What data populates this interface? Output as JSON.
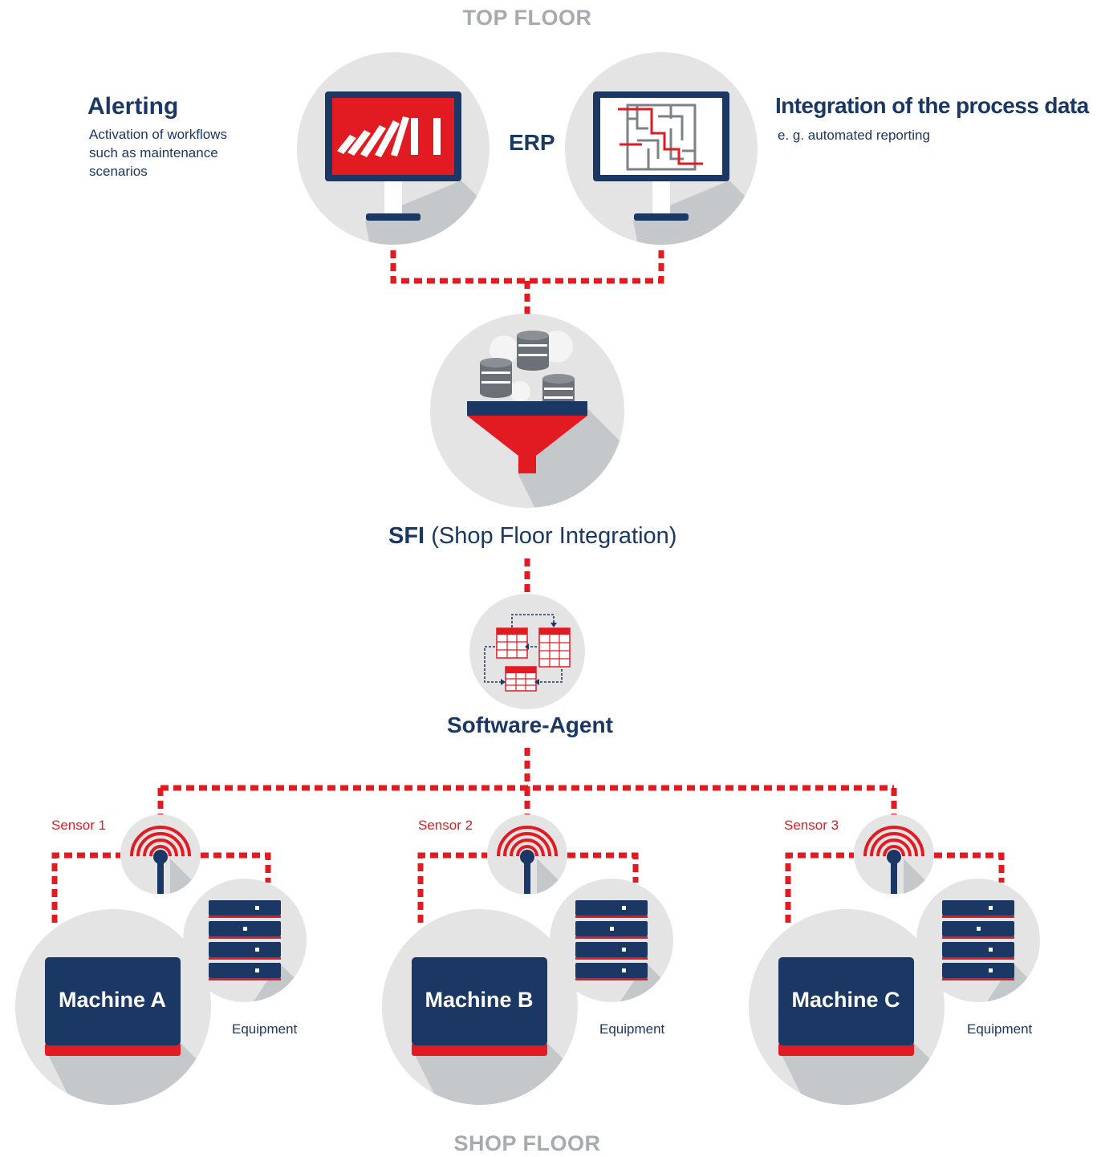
{
  "top_floor_label": "TOP FLOOR",
  "shop_floor_label": "SHOP FLOOR",
  "alerting": {
    "title": "Alerting",
    "lines": [
      "Activation of workflows",
      "such as maintenance",
      "scenarios"
    ]
  },
  "erp_label": "ERP",
  "integration": {
    "title": "Integration of the process data",
    "subtitle": "e. g. automated reporting"
  },
  "sfi": {
    "abbr": "SFI",
    "full": "(Shop Floor Integration)"
  },
  "software_agent_label": "Software-Agent",
  "units": [
    {
      "sensor": "Sensor 1",
      "machine": "Machine A",
      "equipment": "Equipment"
    },
    {
      "sensor": "Sensor 2",
      "machine": "Machine B",
      "equipment": "Equipment"
    },
    {
      "sensor": "Sensor 3",
      "machine": "Machine C",
      "equipment": "Equipment"
    }
  ],
  "colors": {
    "navy": "#1b3864",
    "red": "#e21b23",
    "circle": "#e4e4e4",
    "shadow": "#c5c8cb",
    "gray_text": "#a7abae"
  }
}
